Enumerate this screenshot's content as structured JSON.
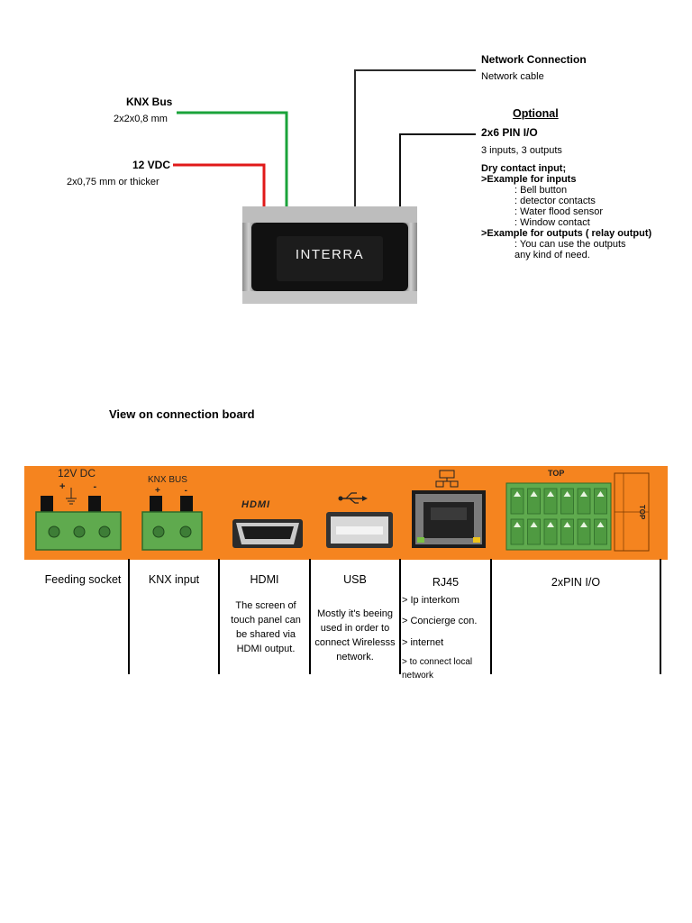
{
  "top": {
    "network": {
      "title": "Network Connection",
      "sub": "Network cable"
    },
    "knx": {
      "title": "KNX Bus",
      "sub": "2x2x0,8 mm"
    },
    "vdc": {
      "title": "12 VDC",
      "sub": "2x0,75 mm or thicker"
    },
    "optional": "Optional",
    "pinio": {
      "title": "2x6 PIN I/O",
      "sub": "3 inputs, 3 outputs",
      "dry": "Dry contact input;",
      "inputs_head": ">Example for inputs",
      "inputs": [
        ": Bell button",
        ": detector contacts",
        ": Water flood sensor",
        ": Window contact"
      ],
      "outputs_head": ">Example for outputs ( relay output)",
      "outputs": [
        ": You can use the outputs",
        "any kind of need."
      ]
    },
    "device_brand": "INTERRA",
    "colors": {
      "knx_wire": "#1aa33a",
      "power_wire": "#e01919",
      "net_wire": "#2b2b2b"
    }
  },
  "board": {
    "heading": "View on connection board",
    "labels": {
      "dc": "12V DC",
      "dc_polarity": "+ -",
      "knx": "KNX BUS",
      "knx_polarity": "+ -",
      "hdmi": "HDMI",
      "top": "TOP",
      "top_side": "TOP"
    },
    "color": "#f5841f",
    "columns": [
      {
        "title": "Feeding socket",
        "desc": []
      },
      {
        "title": "KNX input",
        "desc": []
      },
      {
        "title": "HDMI",
        "desc": [
          "The screen of",
          "touch panel can",
          "be shared via",
          "HDMI output."
        ]
      },
      {
        "title": "USB",
        "desc": [
          "Mostly it's beeing",
          "used in order to",
          "connect Wirelesss",
          "network."
        ]
      },
      {
        "title": "RJ45",
        "desc": [
          "> Ip interkom",
          "> Concierge con.",
          "> internet",
          "> to connect local",
          "network"
        ]
      },
      {
        "title": "2xPIN I/O",
        "desc": []
      }
    ]
  }
}
